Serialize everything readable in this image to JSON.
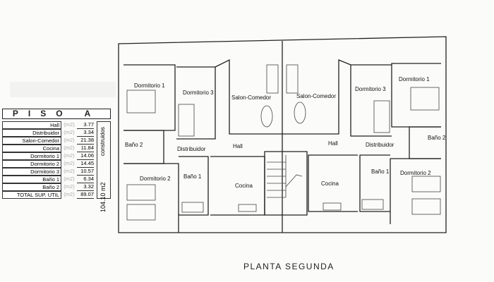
{
  "plan": {
    "title": "PLANTA SEGUNDA",
    "rooms_left": {
      "dormitorio1": "Dormitorio 1",
      "dormitorio3": "Dormitorio 3",
      "salon": "Salon-Comedor",
      "bano2": "Baño 2",
      "distribuidor": "Distribuidor",
      "hall": "Hall",
      "dormitorio2": "Dormitorio 2",
      "bano1": "Baño 1",
      "cocina": "Cocina"
    },
    "rooms_right": {
      "dormitorio1": "Dormitorio 1",
      "dormitorio3": "Dormitorio 3",
      "salon": "Salon-Comedor",
      "bano2": "Baño 2",
      "distribuidor": "Distribuidor",
      "hall": "Hall",
      "dormitorio2": "Dormitorio 2",
      "bano1": "Baño 1",
      "cocina": "Cocina"
    }
  },
  "table": {
    "title": "PISO A",
    "unit": "(m2)",
    "rows": [
      {
        "name": "Hall",
        "value": "3.77"
      },
      {
        "name": "Distribuidor",
        "value": "3.34"
      },
      {
        "name": "Salon-Comedor",
        "value": "21.38"
      },
      {
        "name": "Cocina",
        "value": "11.84"
      },
      {
        "name": "Dormitorio 1",
        "value": "14.06"
      },
      {
        "name": "Dormitorio 2",
        "value": "14.45"
      },
      {
        "name": "Dormitorio 3",
        "value": "10.57"
      },
      {
        "name": "Baño 1",
        "value": "6.34"
      },
      {
        "name": "Baño 2",
        "value": "3.32"
      },
      {
        "name": "TOTAL SUP. UTIL",
        "value": "89.07"
      }
    ],
    "side_label": "construidos",
    "side_total": "104.10 m2"
  }
}
